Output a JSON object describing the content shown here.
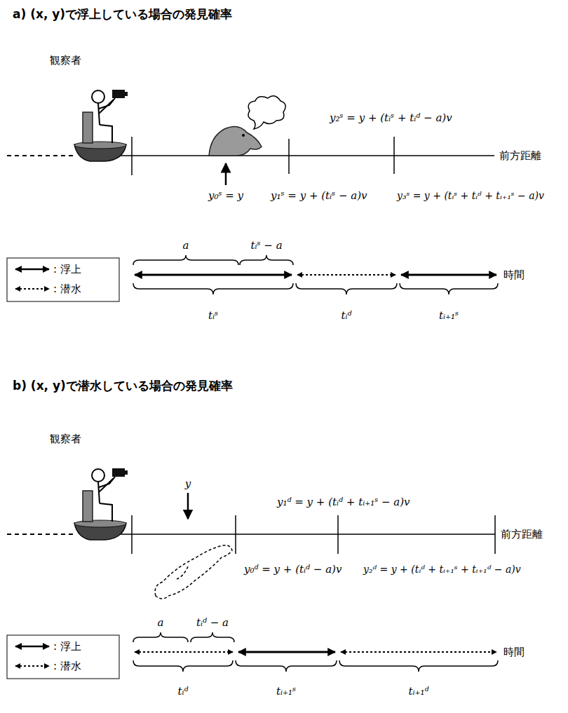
{
  "diagram": {
    "labels": [
      "a) (x, y)で浮上している場合の発見確率",
      "観察者",
      "y₂ˢ = y + (tᵢˢ + tᵢᵈ − a)v",
      "前方距離",
      "y₀ˢ = y",
      "y₁ˢ = y + (tᵢˢ − a)v",
      "y₃ˢ = y + (tᵢˢ + tᵢᵈ + tᵢ₊₁ˢ − a)v",
      "a",
      "tᵢˢ − a",
      "時間",
      "tᵢˢ",
      "tᵢᵈ",
      "tᵢ₊₁ˢ",
      "b) (x, y)で潜水している場合の発見確率",
      "観察者",
      "y",
      "y₁ᵈ = y + (tᵢᵈ + tᵢ₊₁ˢ − a)v",
      "前方距離",
      "y₀ᵈ = y + (tᵢᵈ − a)v",
      "y₂ᵈ = y + (tᵢᵈ + tᵢ₊₁ˢ + tᵢ₊₁ᵈ − a)v",
      "a",
      "tᵢᵈ − a",
      "時間",
      "tᵢᵈ",
      "tᵢ₊₁ˢ",
      "tᵢ₊₁ᵈ"
    ],
    "legend": [
      {
        "text": ": 浮上"
      },
      {
        "text": ": 潜水"
      },
      {
        "text": ": 浮上"
      },
      {
        "text": ": 潜水"
      }
    ]
  }
}
